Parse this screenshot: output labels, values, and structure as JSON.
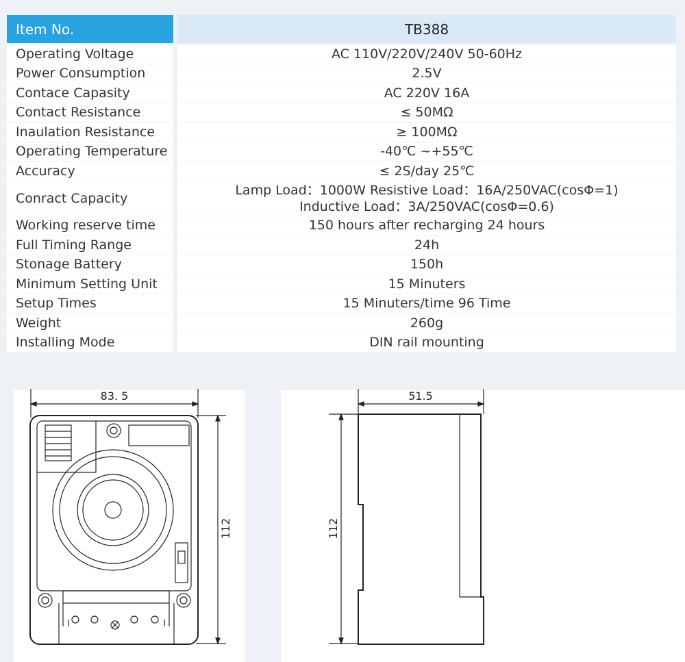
{
  "header": {
    "label": "Item No.",
    "value": "TB388"
  },
  "specs": [
    {
      "label": "Operating Voltage",
      "value": "AC  110V/220V/240V  50-60Hz"
    },
    {
      "label": "Power Consumption",
      "value": "2.5V"
    },
    {
      "label": "Contace Capasity",
      "value": "AC  220V  16A"
    },
    {
      "label": "Contact Resistance",
      "value": "≤ 50MΩ"
    },
    {
      "label": "Inaulation Resistance",
      "value": "≥ 100MΩ"
    },
    {
      "label": "Operating Temperature",
      "value": "-40℃ ~+55℃"
    },
    {
      "label": "Accuracy",
      "value": "≤ 2S/day 25℃"
    },
    {
      "label": "Conract Capacity",
      "value": "Lamp Load：1000W    Resistive Load：16A/250VAC(cosΦ=1)",
      "value2": "Inductive Load：3A/250VAC(cosΦ=0.6)"
    },
    {
      "label": "Working reserve time",
      "value": "150 hours after recharging 24 hours"
    },
    {
      "label": "Full Timing Range",
      "value": "24h"
    },
    {
      "label": "Stonage Battery",
      "value": "150h"
    },
    {
      "label": "Minimum Setting Unit",
      "value": "15 Minuters"
    },
    {
      "label": "Setup Times",
      "value": "15 Minuters/time  96 Time"
    },
    {
      "label": "Weight",
      "value": "260g"
    },
    {
      "label": "Installing Mode",
      "value": "DIN rail mounting"
    }
  ],
  "drawing": {
    "front_width": "83. 5",
    "front_height": "112",
    "side_width": "51.5",
    "side_height": "112"
  }
}
